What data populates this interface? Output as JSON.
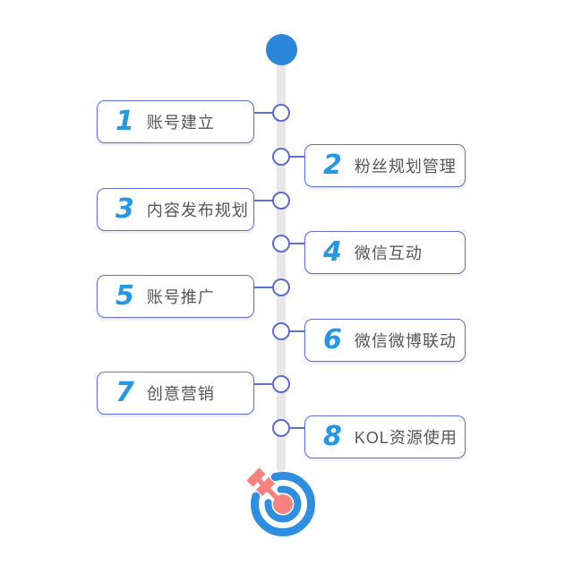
{
  "diagram": {
    "type": "vertical-timeline",
    "steps": [
      {
        "number": "1",
        "label": "账号建立",
        "side": "left"
      },
      {
        "number": "2",
        "label": "粉丝规划管理",
        "side": "right"
      },
      {
        "number": "3",
        "label": "内容发布规划",
        "side": "left"
      },
      {
        "number": "4",
        "label": "微信互动",
        "side": "right"
      },
      {
        "number": "5",
        "label": "账号推广",
        "side": "left"
      },
      {
        "number": "6",
        "label": "微信微博联动",
        "side": "right"
      },
      {
        "number": "7",
        "label": "创意营销",
        "side": "left"
      },
      {
        "number": "8",
        "label": "KOL资源使用",
        "side": "right"
      }
    ],
    "icons": {
      "start": "filled-circle-icon",
      "end": "dartboard-dart-icon"
    },
    "colors": {
      "step_number_blue": "#2597e4",
      "box_border_periwinkle": "#5f6edb",
      "label_gray": "#555555",
      "timeline_bar_gray": "#e7e7e9",
      "start_dot_blue": "#2b87da",
      "target_ring_blue": "#2e8fe2",
      "dart_salmon": "#f5827f"
    }
  }
}
